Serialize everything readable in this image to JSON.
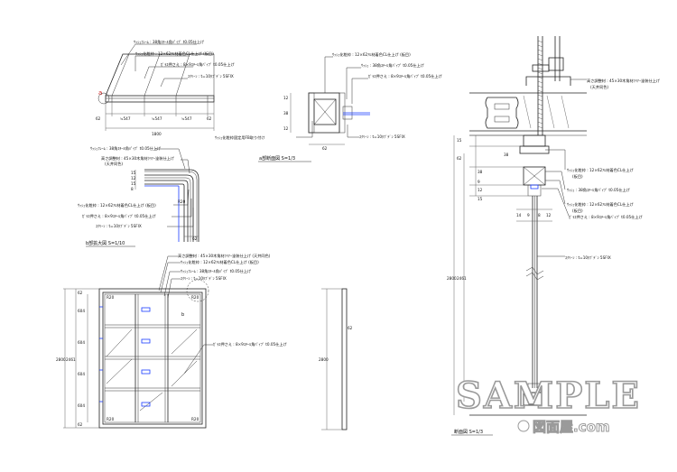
{
  "top_elevation": {
    "labels": [
      "ｻｯｼｭﾌﾚｰﾑ : 38角ｽﾁｰﾙ角ﾊﾟｲﾌﾟ t0.05仕上げ",
      "ｻｯｼｭ化粧枠 : 12×62ｱﾙ材着色CL仕上げ (板目)",
      "ｶﾞﾗｽ押さえ : 8×9ｽﾁｰﾙ角ﾊﾟｲﾌﾟ t0.05仕上げ",
      "ｽｸﾘｰﾝ : t=10ﾀﾌﾞﾃﾞﾝ 5SFIX"
    ],
    "marker": "a",
    "dims_top": [
      "62",
      "≒547",
      "≒547",
      "≒547",
      "62"
    ],
    "dim_total": "1800"
  },
  "a_detail": {
    "labels": [
      "ｻｯｼｭﾌﾚｰﾑ : 38角ｽﾁｰﾙ角ﾊﾟｲﾌﾟ t0.05仕上げ",
      "高さ調整材 : 45×30木角材ｸﾘｱｰ塗装仕上げ",
      "(天井同色)",
      "ｻｯｼｭ化粧枠 : 12×62ｱﾙ材着色CL仕上げ (板目)",
      "ｶﾞﾗｽ押さえ : 8×9ｽﾁｰﾙ角ﾊﾟｲﾌﾟ t0.05仕上げ",
      "ｽｸﾘｰﾝ : t=10ﾀﾌﾞﾃﾞﾝ 5SFIX"
    ],
    "r_label": "R20",
    "dims_side": [
      "15",
      "12",
      "15",
      "8"
    ],
    "dim_bottom": "62",
    "caption": "b部拡大図 S=1/10"
  },
  "a_section": {
    "labels": [
      "ｻｯｼｭ化粧枠 : 12×62ｱﾙ材着色CL仕上げ (板目)",
      "ｻｯｼｭ : 38角ｽﾁｰﾙ角ﾊﾟｲﾌﾟ t0.05仕上げ",
      "ｶﾞﾗｽ押さえ : 8×9ｽﾁｰﾙ角ﾊﾟｲﾌﾟ t0.05仕上げ",
      "ｻｯｼｭ化粧枠固定用FB取り付け",
      "ｽｸﾘｰﾝ : t=10ﾀﾌﾞﾃﾞﾝ 5SFIX"
    ],
    "dims": [
      "12",
      "38",
      "12",
      "62"
    ],
    "caption": "a部断面図 S=1/3"
  },
  "front_elevation": {
    "labels": [
      "高さ調整材 : 45×30木角材ｸﾘｱｰ塗装仕上げ (天井同色)",
      "ｻｯｼｭ化粧枠 : 12×62ｱﾙ材着色CL仕上げ (板目)",
      "ｻｯｼｭﾌﾚｰﾑ : 38角ｽﾁｰﾙ角ﾊﾟｲﾌﾟ t0.05仕上げ",
      "ｽｸﾘｰﾝ : t=10ﾀﾌﾞﾃﾞﾝ 5SFIX",
      "ｶﾞﾗｽ押さえ : 8×9ｽﾁｰﾙ角ﾊﾟｲﾌﾟ t0.05仕上げ"
    ],
    "r_labels": [
      "R20",
      "R20",
      "R20",
      "R20"
    ],
    "marker": "b",
    "dims_left": [
      "62",
      "604",
      "604",
      "604",
      "604",
      "62"
    ],
    "dim_total": "2800",
    "dim_inner": "2461"
  },
  "side_elevation": {
    "dim_total": "2800",
    "dim_width": "62"
  },
  "section": {
    "labels": [
      "高さ調整材 : 45×30木角材ｸﾘｱｰ塗装仕上げ",
      "(天井同色)",
      "ｻｯｼｭ化粧枠 : 12×62ｱﾙ材着色CL仕上げ",
      "(板目)",
      "ｻｯｼｭ : 38角ｽﾁｰﾙ角ﾊﾟｲﾌﾟ t0.05仕上げ",
      "ｻｯｼｭ化粧枠 : 12×62ｱﾙ材着色CL仕上げ",
      "(板目)",
      "ｶﾞﾗｽ押さえ : 8×9ｽﾁｰﾙ角ﾊﾟｲﾌﾟ t0.05仕上げ",
      "ｽｸﾘｰﾝ : t=10ﾀﾌﾞﾃﾞﾝ 5SFIX"
    ],
    "dims_left": [
      "15",
      "62",
      "38",
      "9",
      "12",
      "15"
    ],
    "dim_total": "2800",
    "dim_inner": "2461",
    "dims_small": [
      "14",
      "9",
      "8",
      "12"
    ],
    "caption": "断面図 S=1/3"
  },
  "watermark": {
    "text": "SAMPLE",
    "site": "図面屋.com"
  },
  "colors": {
    "line": "#222222",
    "accent_blue": "#1a3cff",
    "marker_red": "#d01a1a"
  }
}
